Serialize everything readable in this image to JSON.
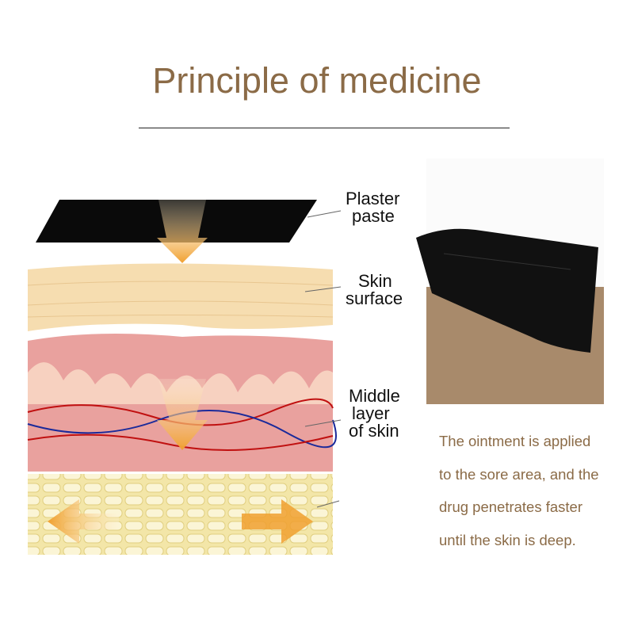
{
  "title": "Principle of medicine",
  "labels": {
    "plaster": [
      "Plaster",
      "paste"
    ],
    "skin_surface": [
      "Skin",
      "surface"
    ],
    "middle_layer": [
      "Middle",
      "layer",
      "of skin"
    ]
  },
  "description": [
    "The ointment is applied",
    "to the sore area, and the",
    "drug penetrates faster",
    "until the skin is deep."
  ],
  "colors": {
    "title": "#8b6b47",
    "arrow": "#f0a030",
    "plaster": "#0a0a0a",
    "pad": "#a88a6b"
  }
}
